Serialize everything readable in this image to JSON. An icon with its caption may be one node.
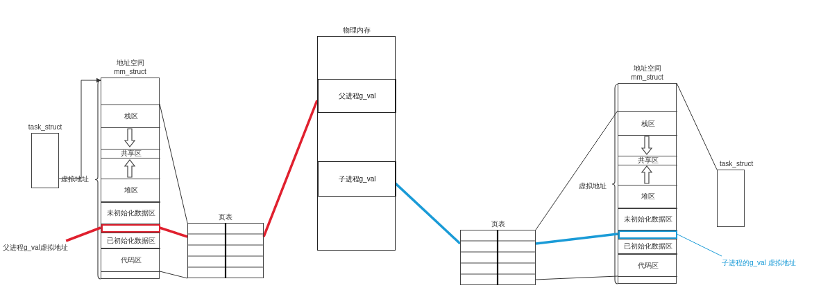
{
  "diagram": {
    "nodes": [
      {
        "text": [
          "task_struct"
        ]
      },
      {
        "text": [
          "地址空间 mm_struct"
        ]
      },
      {
        "text": [
          "栈区"
        ],
        "in": 1
      },
      {
        "text": [
          "共享区"
        ],
        "in": 1
      },
      {
        "text": [
          "堆区"
        ],
        "in": 1
      },
      {
        "text": [
          "未初始化数据区"
        ],
        "in": 1
      },
      {
        "text": [],
        "shape": "box",
        "in": 1
      },
      {
        "text": [
          "已初始化数据区"
        ],
        "in": 1
      },
      {
        "text": [
          "代码区"
        ],
        "in": 1
      },
      {
        "text": [
          "父进程g_val虚拟地址"
        ]
      },
      {
        "text": [
          "页表"
        ]
      },
      {
        "text": [
          "物理内存"
        ]
      },
      {
        "text": [
          "父进程g_val"
        ],
        "in": 11
      },
      {
        "text": [
          "子进程g_val"
        ],
        "in": 11
      },
      {
        "text": [
          "页表"
        ]
      },
      {
        "text": [
          "地址空间 mm_struct"
        ]
      },
      {
        "text": [
          "栈区"
        ],
        "in": 15
      },
      {
        "text": [
          "共享区"
        ],
        "in": 15
      },
      {
        "text": [
          "堆区"
        ],
        "in": 15
      },
      {
        "text": [
          "未初始化数据区"
        ],
        "in": 15
      },
      {
        "text": [],
        "shape": "box",
        "in": 15
      },
      {
        "text": [
          "已初始化数据区"
        ],
        "in": 15
      },
      {
        "text": [
          "代码区"
        ],
        "in": 15
      },
      {
        "text": [
          "task_struct"
        ]
      },
      {
        "text": [
          "子进程的g_val 虚拟地址"
        ]
      }
    ],
    "edges": [
      {
        "from": 0,
        "to": 1,
        "arrow": "to"
      },
      {
        "from": 2,
        "to": 10,
        "arrow": "none"
      },
      {
        "from": 1,
        "to": 10,
        "arrow": "none"
      },
      {
        "from": 6,
        "to": 10,
        "arrow": "none",
        "style": "thick",
        "color": "#e0202e"
      },
      {
        "from": 10,
        "to": 12,
        "arrow": "none",
        "style": "thick",
        "color": "#e0202e"
      },
      {
        "from": 9,
        "to": 6,
        "arrow": "none",
        "style": "thick",
        "color": "#e0202e"
      },
      {
        "from": 13,
        "to": 14,
        "arrow": "none",
        "style": "thick",
        "color": "#1a9bd7"
      },
      {
        "from": 14,
        "to": 20,
        "arrow": "none",
        "style": "thick",
        "color": "#1a9bd7"
      },
      {
        "from": 14,
        "to": 16,
        "arrow": "none"
      },
      {
        "from": 14,
        "to": 22,
        "arrow": "none"
      },
      {
        "from": 15,
        "to": 23,
        "arrow": "none"
      },
      {
        "from": 24,
        "to": 20,
        "arrow": "none",
        "color": "#1a9bd7"
      }
    ],
    "labels": [
      "虚拟地址",
      "虚拟地址"
    ]
  }
}
